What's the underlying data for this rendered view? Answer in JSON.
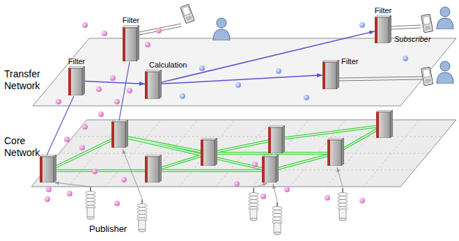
{
  "diagram": {
    "nodes": [
      {
        "text": [
          "Transfer Network"
        ]
      },
      {
        "text": [
          "Filter"
        ],
        "in": 0
      },
      {
        "text": [
          "Filter"
        ],
        "in": 0
      },
      {
        "text": [
          "Calculation"
        ],
        "in": 0
      },
      {
        "text": [
          "Filter"
        ],
        "in": 0
      },
      {
        "text": [
          "Filter"
        ],
        "in": 0
      },
      {
        "text": [
          "Core Network"
        ]
      }
    ],
    "edges": [
      {
        "from": 1,
        "to": 3,
        "arrow": "to"
      },
      {
        "from": 3,
        "to": 4,
        "arrow": "to"
      },
      {
        "from": 3,
        "to": 5,
        "arrow": "to"
      }
    ],
    "labels": [
      "Subscriber",
      "Publisher"
    ]
  }
}
